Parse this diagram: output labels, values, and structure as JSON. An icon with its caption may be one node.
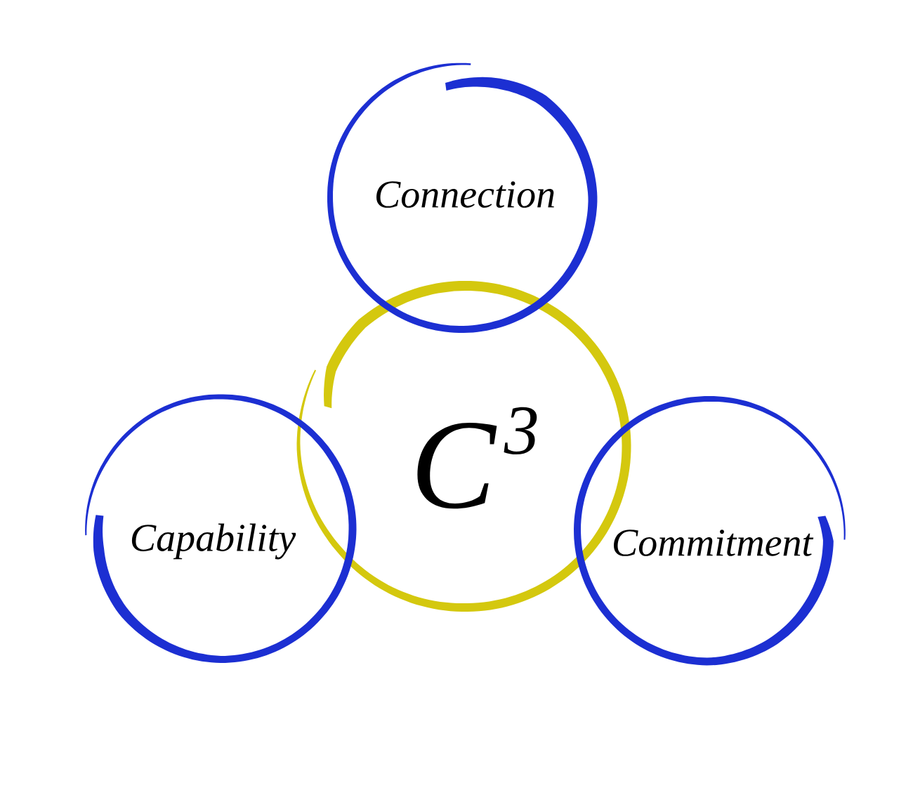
{
  "diagram": {
    "nodes": [
      {
        "text": [
          "Connection"
        ]
      },
      {
        "text": [
          "C$^{3}$"
        ]
      },
      {
        "text": [
          "Capability"
        ]
      },
      {
        "text": [
          "Commitment"
        ]
      }
    ]
  }
}
